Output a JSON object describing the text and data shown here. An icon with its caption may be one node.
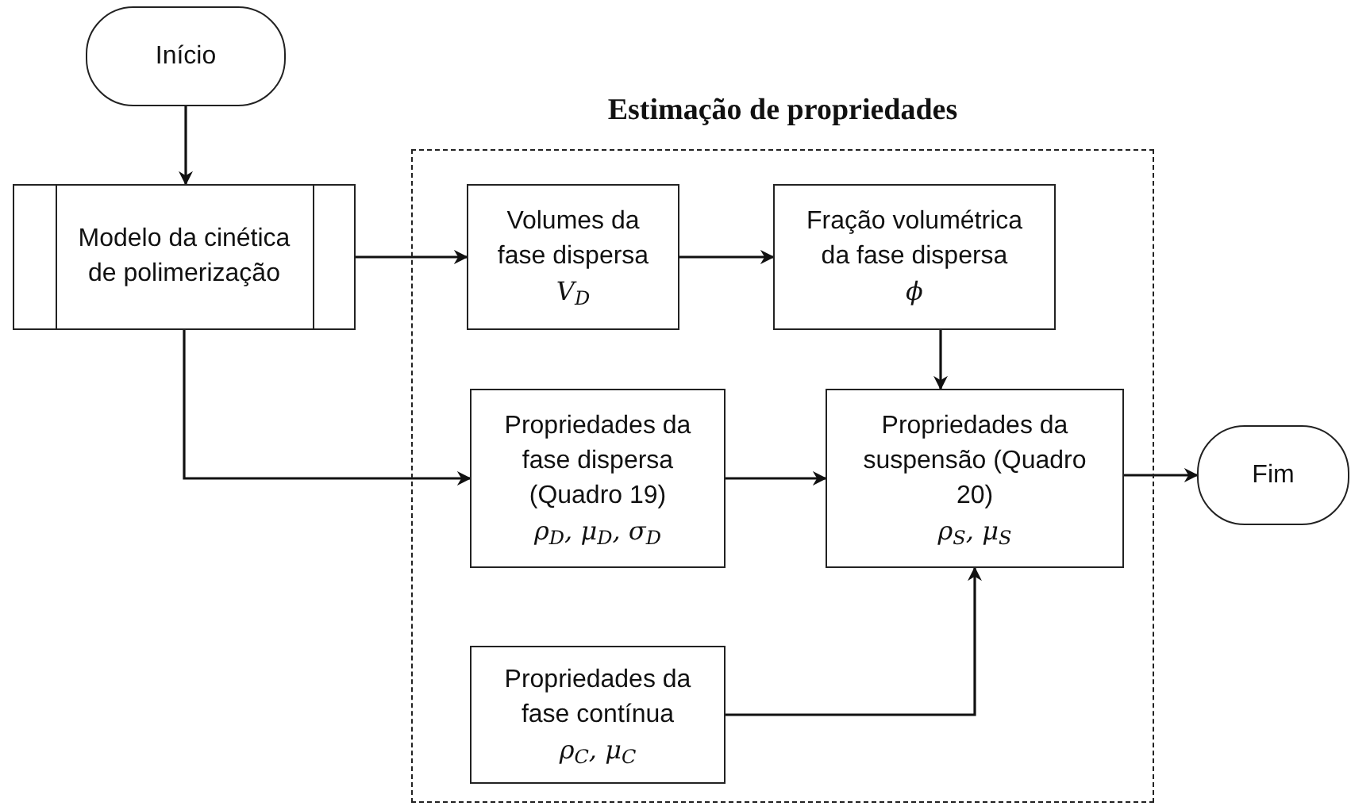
{
  "diagram": {
    "nodes": [
      {
        "text": [
          "Início"
        ]
      },
      {
        "text": [
          "Modelo da cinética de polimerização"
        ]
      },
      {
        "text": [
          "Estimação de propriedades"
        ]
      },
      {
        "text": [
          "Volumes da fase dispersa",
          "V$_{D}$"
        ],
        "in": 2
      },
      {
        "text": [
          "Fração volumétrica da fase dispersa",
          "ϕ"
        ],
        "in": 2
      },
      {
        "text": [
          "Propriedades da fase dispersa (Quadro 19)",
          "ρ$_{D}$, μ$_{D}$, σ$_{D}$"
        ],
        "in": 2
      },
      {
        "text": [
          "Propriedades da suspensão (Quadro 20)",
          "ρ$_{S}$, μ$_{S}$"
        ],
        "in": 2
      },
      {
        "text": [
          "Propriedades da fase contínua",
          "ρ$_{C}$, μ$_{C}$"
        ],
        "in": 2
      },
      {
        "text": [
          "Fim"
        ]
      }
    ],
    "edges": [
      {
        "from": 0,
        "to": 1,
        "arrow": "to"
      },
      {
        "from": 1,
        "to": 3,
        "arrow": "to"
      },
      {
        "from": 3,
        "to": 4,
        "arrow": "to"
      },
      {
        "from": 4,
        "to": 6,
        "arrow": "to"
      },
      {
        "from": 1,
        "to": 5,
        "arrow": "to"
      },
      {
        "from": 5,
        "to": 6,
        "arrow": "to"
      },
      {
        "from": 7,
        "to": 6,
        "arrow": "to"
      },
      {
        "from": 6,
        "to": 8,
        "arrow": "to"
      }
    ]
  }
}
